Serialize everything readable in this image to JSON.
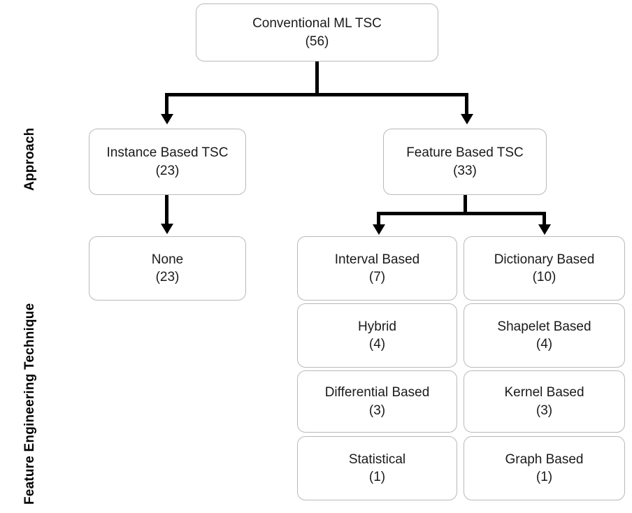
{
  "diagram": {
    "type": "hierarchy-tree",
    "row_labels": [
      {
        "id": "approach",
        "text": "Approach"
      },
      {
        "id": "feature-engineering-technique",
        "text": "Feature Engineering Technique"
      }
    ],
    "root": {
      "title": "Conventional ML TSC",
      "count": "(56)"
    },
    "approach_level": [
      {
        "id": "instance-based-tsc",
        "title": "Instance Based TSC",
        "count": "(23)"
      },
      {
        "id": "feature-based-tsc",
        "title": "Feature Based TSC",
        "count": "(33)"
      }
    ],
    "instance_children": [
      {
        "id": "none",
        "title": "None",
        "count": "(23)"
      }
    ],
    "feature_children_left": [
      {
        "id": "interval-based",
        "title": "Interval Based",
        "count": "(7)"
      },
      {
        "id": "hybrid",
        "title": "Hybrid",
        "count": "(4)"
      },
      {
        "id": "differential-based",
        "title": "Differential Based",
        "count": "(3)"
      },
      {
        "id": "statistical",
        "title": "Statistical",
        "count": "(1)"
      }
    ],
    "feature_children_right": [
      {
        "id": "dictionary-based",
        "title": "Dictionary Based",
        "count": "(10)"
      },
      {
        "id": "shapelet-based",
        "title": "Shapelet Based",
        "count": "(4)"
      },
      {
        "id": "kernel-based",
        "title": "Kernel Based",
        "count": "(3)"
      },
      {
        "id": "graph-based",
        "title": "Graph Based",
        "count": "(1)"
      }
    ],
    "colors": {
      "box_border": "#b9b9b9",
      "box_fill": "#ffffff",
      "connector": "#000000",
      "text": "#1a1a1a",
      "background": "#ffffff"
    }
  }
}
